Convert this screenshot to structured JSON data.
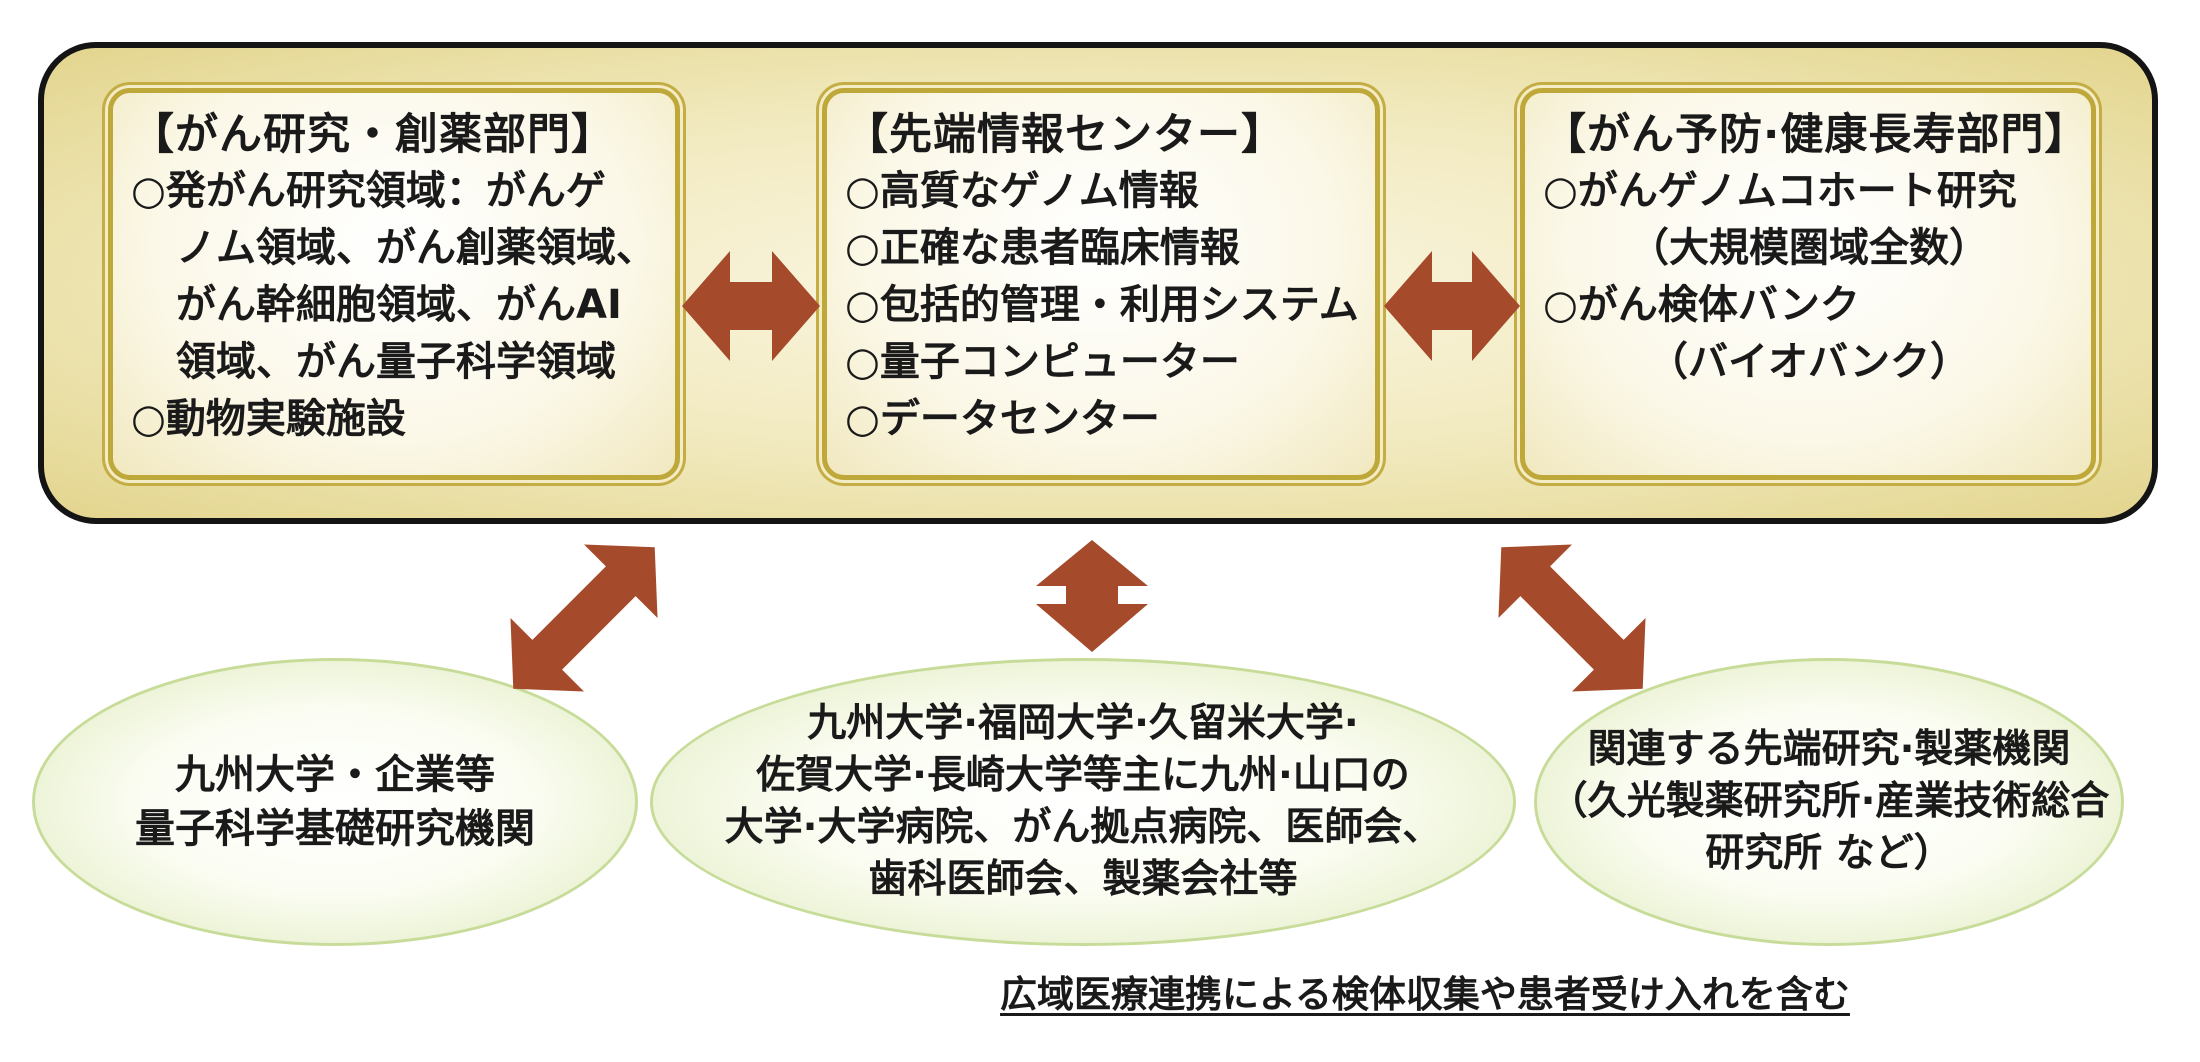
{
  "departments": {
    "left": {
      "title": "【がん研究・創薬部門】",
      "items": [
        "○発がん研究領域：がんゲ",
        "ノム領域、がん創薬領域、",
        "がん幹細胞領域、がんAI",
        "領域、がん量子科学領域",
        "○動物実験施設"
      ]
    },
    "center": {
      "title": "【先端情報センター】",
      "items": [
        "○高質なゲノム情報",
        "○正確な患者臨床情報",
        "○包括的管理・利用システム",
        "○量子コンピューター",
        "○データセンター"
      ]
    },
    "right": {
      "title": "【がん予防·健康長寿部門】",
      "items": [
        "○がんゲノムコホート研究",
        "（大規模圏域全数）",
        "○がん検体バンク",
        "（バイオバンク）"
      ]
    }
  },
  "partners": {
    "left": {
      "lines": [
        "九州大学・企業等",
        "量子科学基礎研究機関"
      ]
    },
    "center": {
      "lines": [
        "九州大学·福岡大学·久留米大学·",
        "佐賀大学·長崎大学等主に九州·山口の",
        "大学·大学病院、がん拠点病院、医師会、",
        "歯科医師会、製薬会社等"
      ]
    },
    "right": {
      "lines": [
        "関連する先端研究·製薬機関",
        "（久光製薬研究所·産業技術総合",
        "研究所 など）"
      ]
    }
  },
  "footnote": "広域医療連携による検体収集や患者受け入れを含む",
  "colors": {
    "arrow": "#a54a2a",
    "panel_border": "#141414",
    "panel_fill": "#f1e9bd",
    "box_border": "#bfa83a",
    "ellipse_border": "#c8dc9a"
  }
}
